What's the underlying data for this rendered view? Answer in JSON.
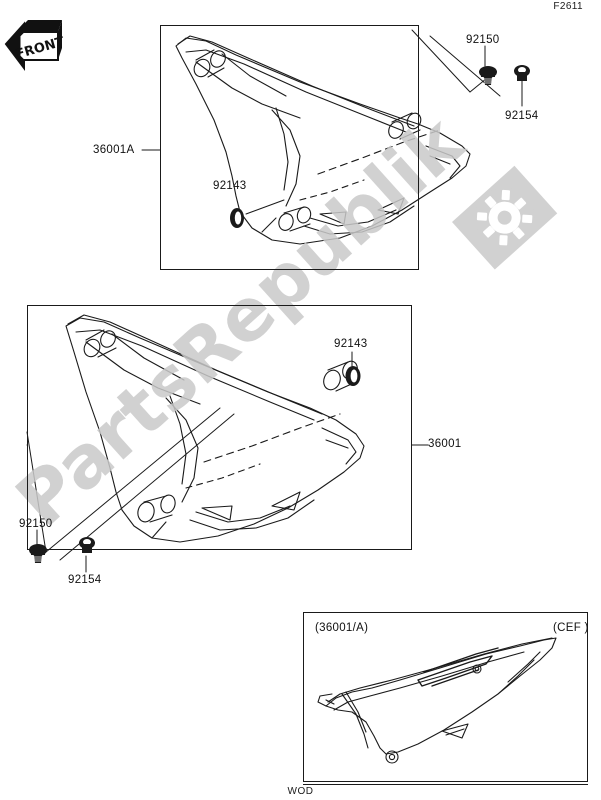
{
  "figure": {
    "code": "F2611",
    "footer_code": "WOD",
    "orientation_marker": "FRONT"
  },
  "watermark": {
    "text": "PartsRepublik",
    "icon": "gear-icon",
    "color": "#c9c9c9"
  },
  "panels": [
    {
      "id": "panel-top",
      "name": "side-cover-right-assembly",
      "main_part_label": "36001A",
      "callouts": [
        {
          "label": "92150",
          "icon": "bolt-icon"
        },
        {
          "label": "92154",
          "icon": "washer-bolt-icon"
        },
        {
          "label": "92143",
          "icon": "collar-icon"
        }
      ]
    },
    {
      "id": "panel-mid",
      "name": "side-cover-left-assembly",
      "main_part_label": "36001",
      "callouts": [
        {
          "label": "92143",
          "icon": "collar-icon"
        },
        {
          "label": "92150",
          "icon": "bolt-icon"
        },
        {
          "label": "92154",
          "icon": "washer-bolt-icon"
        }
      ]
    },
    {
      "id": "panel-bottom",
      "name": "side-cover-variant-detail",
      "variant_tag": "(36001/A)",
      "market_code": "(CEF )",
      "callouts": []
    }
  ],
  "colors": {
    "line": "#1a1a1a",
    "text": "#111111",
    "background": "#ffffff"
  }
}
